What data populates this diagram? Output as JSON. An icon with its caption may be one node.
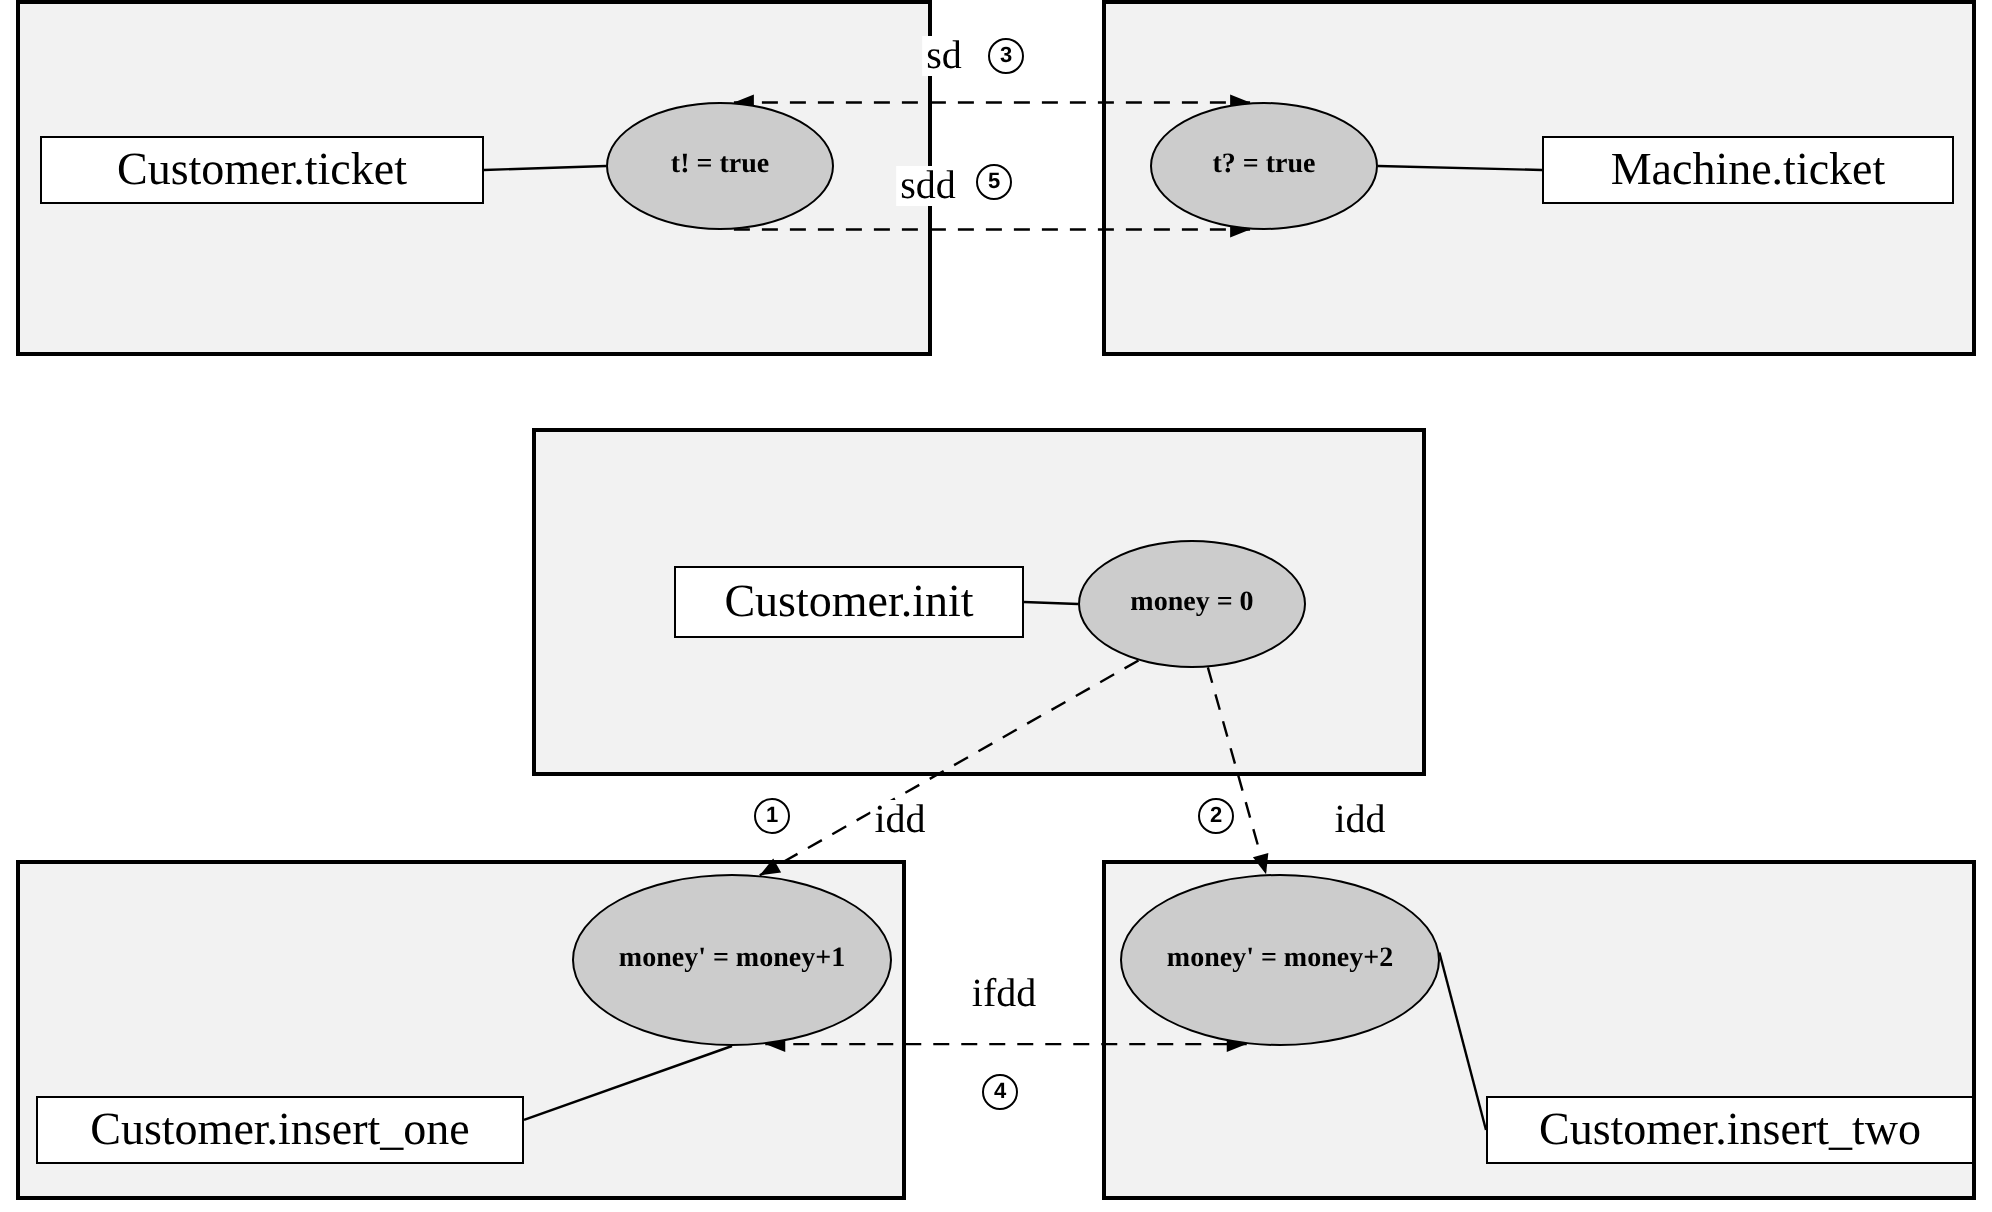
{
  "diagram": {
    "nodes": [
      {
        "text": [],
        "shape": "box"
      },
      {
        "text": [
          "Customer.ticket"
        ],
        "in": 0
      },
      {
        "text": [
          "t! = true"
        ],
        "in": 0
      },
      {
        "text": [],
        "shape": "box"
      },
      {
        "text": [
          "t? = true"
        ],
        "in": 3
      },
      {
        "text": [
          "Machine.ticket"
        ],
        "in": 3
      },
      {
        "text": [],
        "shape": "box"
      },
      {
        "text": [
          "Customer.init"
        ],
        "in": 6
      },
      {
        "text": [
          "money = 0"
        ],
        "in": 6
      },
      {
        "text": [],
        "shape": "box"
      },
      {
        "text": [
          "money' = money+1"
        ],
        "in": 9
      },
      {
        "text": [
          "Customer.insert_one"
        ],
        "in": 9
      },
      {
        "text": [],
        "shape": "box"
      },
      {
        "text": [
          "money' = money+2"
        ],
        "in": 12
      },
      {
        "text": [
          "Customer.insert_two"
        ],
        "in": 12
      }
    ],
    "edges": [
      {
        "from": 1,
        "to": 2,
        "arrow": "none"
      },
      {
        "from": 4,
        "to": 5,
        "arrow": "none"
      },
      {
        "from": 2,
        "to": 4,
        "arrow": "both",
        "label": "sd",
        "style": "dashed"
      },
      {
        "from": 2,
        "to": 4,
        "arrow": "to",
        "label": "sdd",
        "style": "dashed"
      },
      {
        "from": 7,
        "to": 8,
        "arrow": "none"
      },
      {
        "from": 8,
        "to": 10,
        "arrow": "to",
        "label": "idd",
        "style": "dashed"
      },
      {
        "from": 8,
        "to": 13,
        "arrow": "to",
        "label": "idd",
        "style": "dashed"
      },
      {
        "from": 10,
        "to": 11,
        "arrow": "none"
      },
      {
        "from": 10,
        "to": 13,
        "arrow": "both",
        "label": "ifdd",
        "style": "dashed"
      },
      {
        "from": 13,
        "to": 14,
        "arrow": "none"
      }
    ],
    "labels": [
      "3",
      "5",
      "1",
      "2",
      "4"
    ]
  }
}
